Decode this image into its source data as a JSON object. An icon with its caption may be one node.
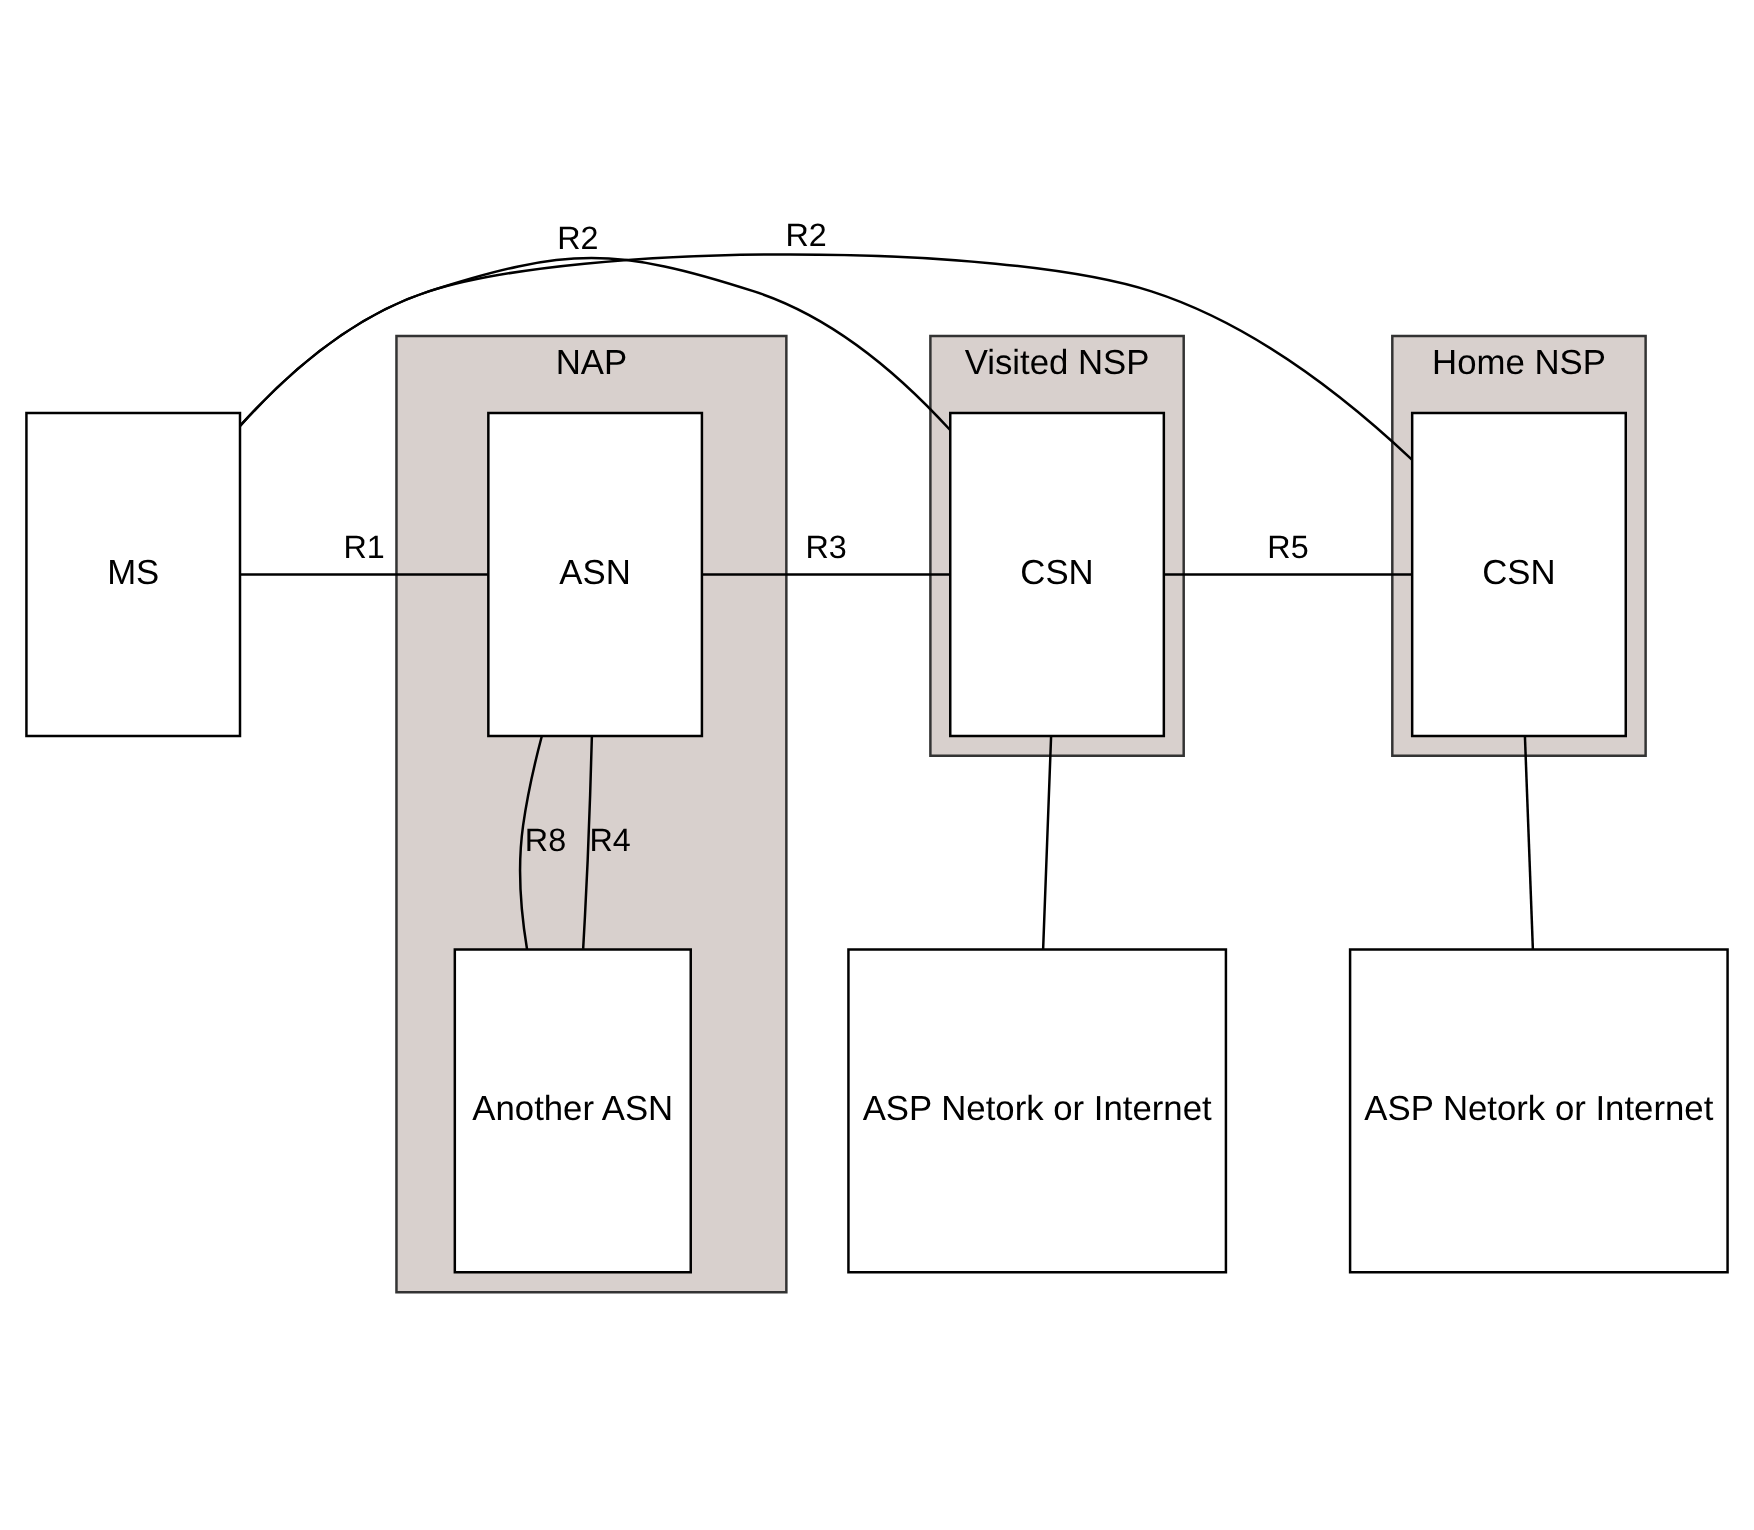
{
  "diagram": {
    "nodes": [
      {
        "text": [
          "MS"
        ]
      },
      {
        "text": [
          "NAP"
        ]
      },
      {
        "text": [
          "ASN"
        ],
        "in": 1
      },
      {
        "text": [
          "Another ASN"
        ],
        "in": 1
      },
      {
        "text": [
          "Visited NSP"
        ]
      },
      {
        "text": [
          "CSN"
        ],
        "in": 4
      },
      {
        "text": [
          "ASP Netork or Internet"
        ]
      },
      {
        "text": [
          "Home NSP"
        ]
      },
      {
        "text": [
          "CSN"
        ],
        "in": 7
      },
      {
        "text": [
          "ASP Netork or Internet"
        ]
      }
    ],
    "edges": [
      {
        "from": 0,
        "to": 8,
        "arrow": "none",
        "label": "R2"
      },
      {
        "from": 0,
        "to": 5,
        "arrow": "none",
        "label": "R2"
      },
      {
        "from": 0,
        "to": 2,
        "arrow": "none",
        "label": "R1"
      },
      {
        "from": 2,
        "to": 5,
        "arrow": "none",
        "label": "R3"
      },
      {
        "from": 5,
        "to": 8,
        "arrow": "none",
        "label": "R5"
      },
      {
        "from": 2,
        "to": 3,
        "arrow": "none",
        "label": "R8"
      },
      {
        "from": 2,
        "to": 3,
        "arrow": "none",
        "label": "R4"
      },
      {
        "from": 5,
        "to": 6,
        "arrow": "none"
      },
      {
        "from": 8,
        "to": 9,
        "arrow": "none"
      }
    ]
  }
}
